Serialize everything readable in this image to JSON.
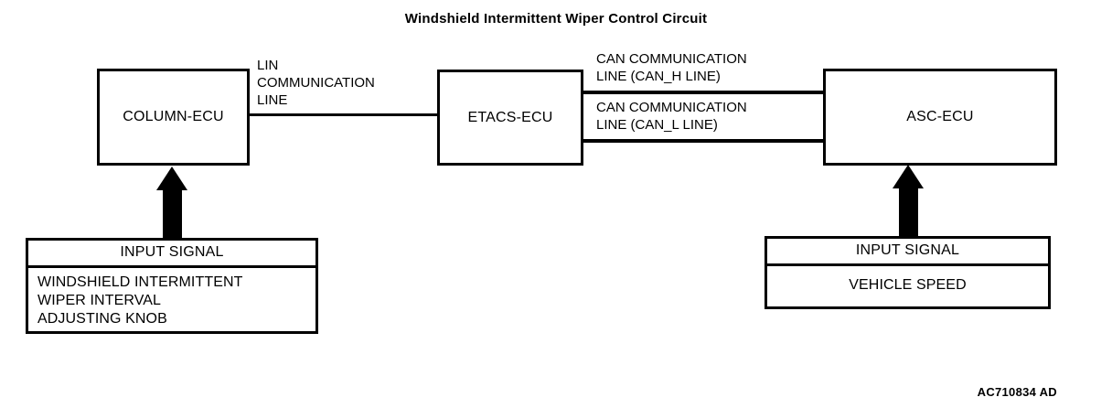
{
  "diagram": {
    "title": "Windshield Intermittent Wiper Control Circuit",
    "doc_code": "AC710834 AD",
    "nodes": {
      "column_ecu": "COLUMN-ECU",
      "etacs_ecu": "ETACS-ECU",
      "asc_ecu": "ASC-ECU"
    },
    "connections": {
      "lin_line": "LIN\nCOMMUNICATION\nLINE",
      "can_h_line": "CAN COMMUNICATION\nLINE (CAN_H LINE)",
      "can_l_line": "CAN COMMUNICATION\nLINE (CAN_L LINE)"
    },
    "input_signals": {
      "left": {
        "header": "INPUT SIGNAL",
        "body": "WINDSHIELD INTERMITTENT\nWIPER INTERVAL\nADJUSTING KNOB"
      },
      "right": {
        "header": "INPUT SIGNAL",
        "body": "VEHICLE SPEED"
      }
    },
    "colors": {
      "stroke": "#000000",
      "background": "#ffffff"
    }
  }
}
